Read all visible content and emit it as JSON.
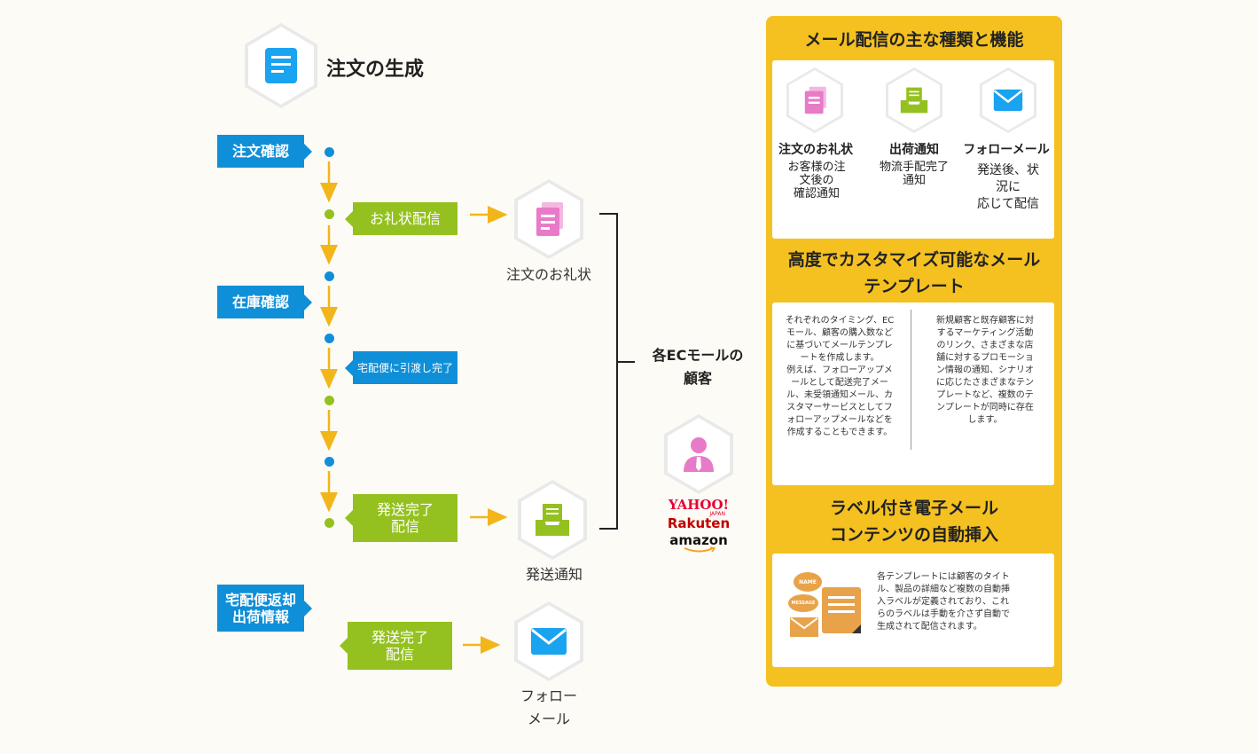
{
  "header": {
    "title": "注文の生成"
  },
  "flow": {
    "order_confirm": "注文確認",
    "thanks_delivery": "お礼状配信",
    "stock_confirm": "在庫確認",
    "handover": "宅配便に引渡し完了",
    "ship_done_delivery": "発送完了\n配信",
    "return_info": "宅配便返却\n出荷情報",
    "ship_done_delivery2": "発送完了\n配信"
  },
  "nodes": {
    "thanks_letter": "注文のお礼状",
    "ship_notice": "発送通知",
    "follow_mail": "フォロー\nメール",
    "customers": "各ECモールの\n顧客"
  },
  "malls": {
    "yahoo": "YAHOO!",
    "yahoo_sub": "JAPAN",
    "rakuten": "Rakuten",
    "amazon": "amazon"
  },
  "panel": {
    "section1_title": "メール配信の主な種類と機能",
    "types": [
      {
        "name": "注文のお礼状",
        "desc": "お客様の注\n文後の\n確認通知"
      },
      {
        "name": "出荷通知",
        "desc": "物流手配完了\n通知"
      },
      {
        "name": "フォローメール",
        "desc": "発送後、状\n況に\n応じて配信"
      }
    ],
    "section2_title": "高度でカスタマイズ可能なメール\nテンプレート",
    "template_left": "それぞれのタイミング、EC\nモール、顧客の購入数など\nに基づいてメールテンプレ\nートを作成します。\n例えば、フォローアップメ\nールとして配送完了メー\nル、未受領通知メール、カ\nスタマーサービスとしてフ\nォローアップメールなどを\n作成することもできます。",
    "template_right": "新規顧客と既存顧客に対\nするマーケティング活動\nのリンク、さまざまな店\n舗に対するプロモーショ\nン情報の通知、シナリオ\nに応じたさまざまなテン\nプレートなど、複数のテ\nンプレートが同時に存在\nします。",
    "section3_title": "ラベル付き電子メール\nコンテンツの自動挿入",
    "label_name": "NAME",
    "label_message": "MESSAGE",
    "label_desc": "各テンプレートには顧客のタイト\nル、製品の詳細など複数の自動挿\n入ラベルが定義されており、これ\nらのラベルは手動を介さず自動で\n生成されて配信されます。"
  },
  "colors": {
    "blue": "#0f8fd8",
    "green": "#94c11f",
    "yellow": "#f5c121",
    "arrow": "#f2b61b",
    "pink": "#e87bc7"
  }
}
